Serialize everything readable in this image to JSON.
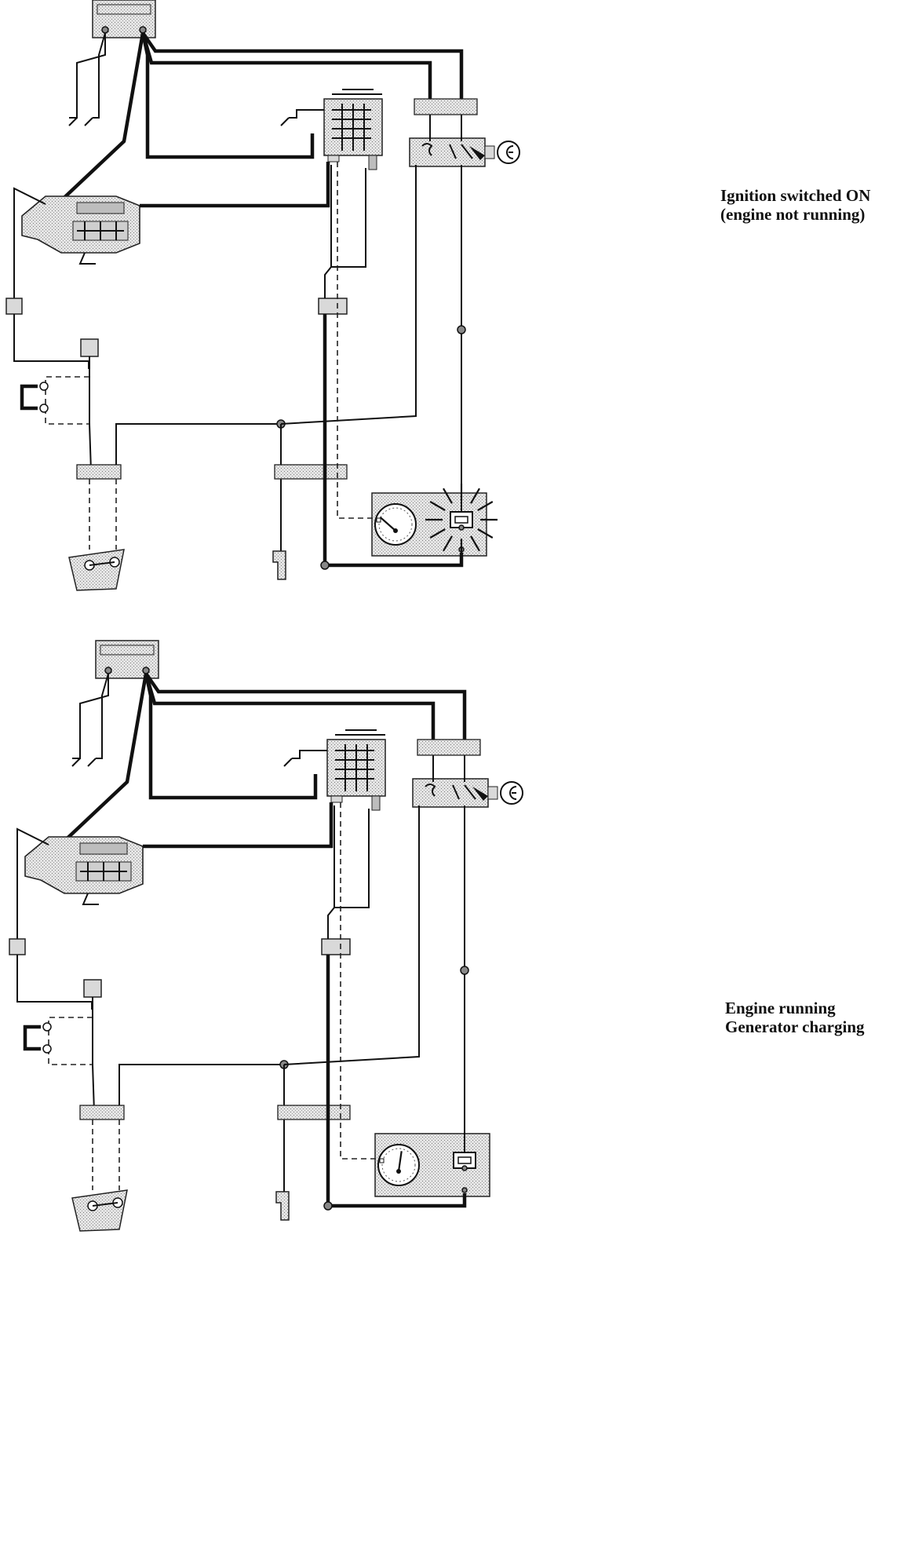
{
  "labels": {
    "ignition_on_line1": "Ignition switched ON",
    "ignition_on_line2": "(engine not running)",
    "engine_running_line1": "Engine running",
    "engine_running_line2": "Generator charging"
  },
  "states": [
    {
      "id": "ignition-on",
      "warning_lamp_lit": true,
      "gauge_needle_fraction": 0.2
    },
    {
      "id": "engine-running",
      "warning_lamp_lit": false,
      "gauge_needle_fraction": 0.55
    }
  ],
  "colors": {
    "wire": "#111111",
    "component_fill": "#d9d9d9",
    "background": "#ffffff"
  }
}
